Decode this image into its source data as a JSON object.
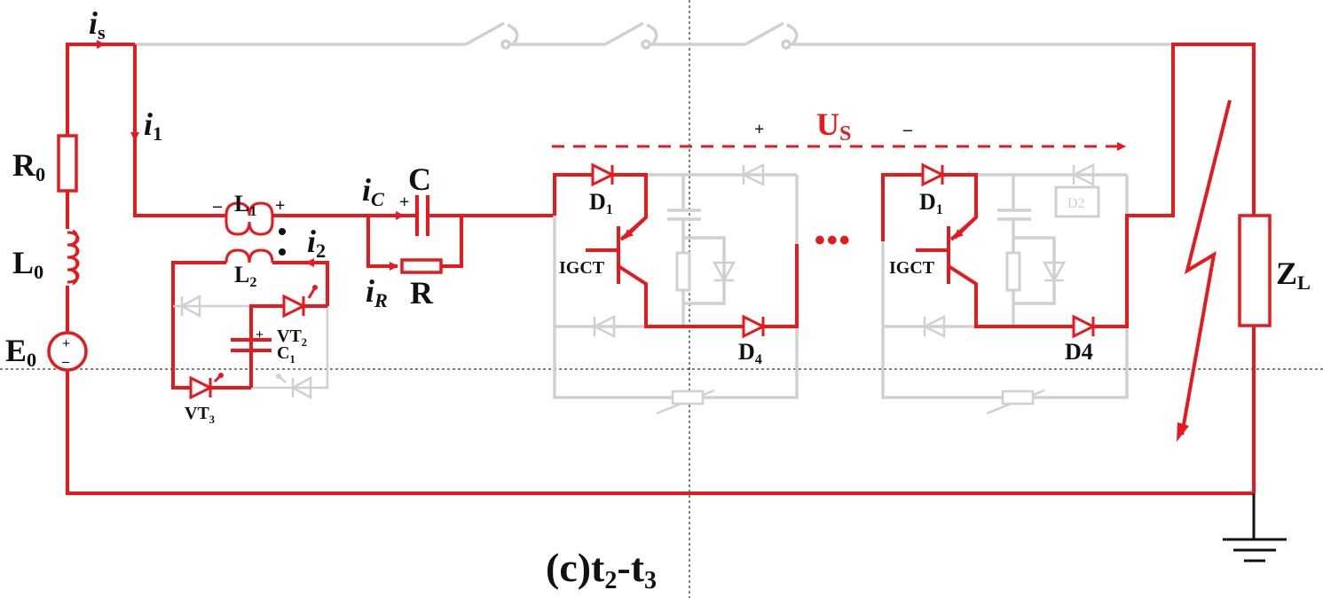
{
  "colors": {
    "active": "#e8191d",
    "inactive": "#d0d0d0",
    "text": "#111111"
  },
  "labels": {
    "is": "i",
    "is_sub": "s",
    "i1": "i",
    "i1_sub": "1",
    "iC": "i",
    "iC_sub": "C",
    "iR": "i",
    "iR_sub": "R",
    "i2": "i",
    "i2_sub": "2",
    "R0": "R",
    "R0_sub": "0",
    "L0": "L",
    "L0_sub": "0",
    "E0": "E",
    "E0_sub": "0",
    "C": "C",
    "R": "R",
    "L1": "L",
    "L1_sub": "1",
    "L2": "L",
    "L2_sub": "2",
    "L1_minus": "–",
    "L1_plus": "+",
    "C_plus": "+",
    "C1_plus": "+",
    "VT2": "VT",
    "VT2_sub": "2",
    "C1": "C",
    "C1_sub": "1",
    "VT3": "VT",
    "VT3_sub": "3",
    "D1a": "D",
    "D1a_sub": "1",
    "D4a": "D",
    "D4a_sub": "4",
    "IGCTa": "IGCT",
    "D1b": "D",
    "D1b_sub": "1",
    "D4b": "D4",
    "IGCTb": "IGCT",
    "D2": "D2",
    "dots": "•••",
    "Us": "U",
    "Us_sub": "S",
    "Us_plus": "+",
    "Us_minus": "–",
    "ZL": "Z",
    "ZL_sub": "L",
    "Eplus": "+",
    "Eminus": "–",
    "caption": "(c)t",
    "caption_sub1": "2",
    "caption_dash": "-t",
    "caption_sub2": "3"
  }
}
